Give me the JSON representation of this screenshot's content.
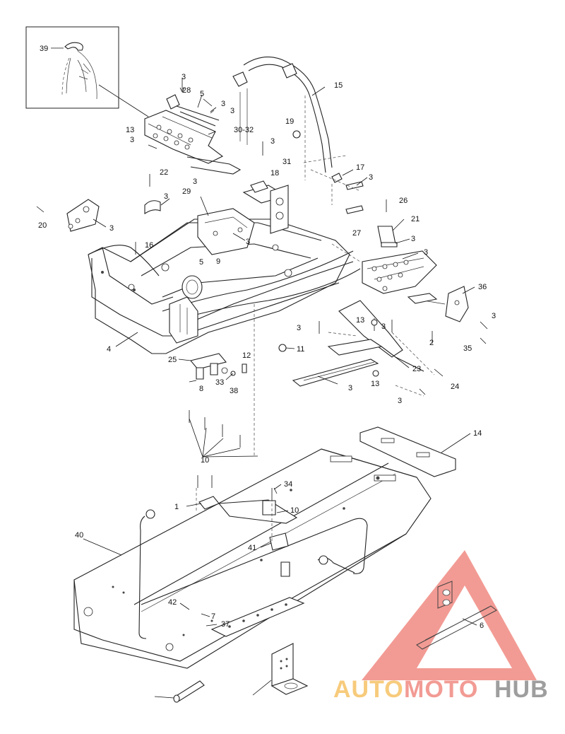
{
  "diagram": {
    "callouts": [
      {
        "id": "c39",
        "text": "39"
      },
      {
        "id": "c3a",
        "text": "3"
      },
      {
        "id": "c28",
        "text": "28"
      },
      {
        "id": "c5a",
        "text": "5"
      },
      {
        "id": "c3b",
        "text": "3"
      },
      {
        "id": "c3c",
        "text": "3"
      },
      {
        "id": "c13a",
        "text": "13"
      },
      {
        "id": "c3d",
        "text": "3"
      },
      {
        "id": "c15",
        "text": "15"
      },
      {
        "id": "c19",
        "text": "19"
      },
      {
        "id": "c3e",
        "text": "3"
      },
      {
        "id": "c30",
        "text": "30-32"
      },
      {
        "id": "c31",
        "text": "31"
      },
      {
        "id": "c18",
        "text": "18"
      },
      {
        "id": "c17",
        "text": "17"
      },
      {
        "id": "c3f",
        "text": "3"
      },
      {
        "id": "c22",
        "text": "22"
      },
      {
        "id": "c29",
        "text": "29"
      },
      {
        "id": "c3g",
        "text": "3"
      },
      {
        "id": "c3h",
        "text": "3"
      },
      {
        "id": "c26",
        "text": "26"
      },
      {
        "id": "c3i",
        "text": "3"
      },
      {
        "id": "c20",
        "text": "20"
      },
      {
        "id": "c16",
        "text": "16"
      },
      {
        "id": "c21",
        "text": "21"
      },
      {
        "id": "c27",
        "text": "27"
      },
      {
        "id": "c3j",
        "text": "3"
      },
      {
        "id": "c3k",
        "text": "3"
      },
      {
        "id": "c5b",
        "text": "5"
      },
      {
        "id": "c9",
        "text": "9"
      },
      {
        "id": "c3l",
        "text": "3"
      },
      {
        "id": "c36",
        "text": "36"
      },
      {
        "id": "c3m",
        "text": "3"
      },
      {
        "id": "c13b",
        "text": "13"
      },
      {
        "id": "c3n",
        "text": "3"
      },
      {
        "id": "c3o",
        "text": "3"
      },
      {
        "id": "c2",
        "text": "2"
      },
      {
        "id": "c35",
        "text": "35"
      },
      {
        "id": "c4",
        "text": "4"
      },
      {
        "id": "c11",
        "text": "11"
      },
      {
        "id": "c23",
        "text": "23"
      },
      {
        "id": "c12",
        "text": "12"
      },
      {
        "id": "c25",
        "text": "25"
      },
      {
        "id": "c24",
        "text": "24"
      },
      {
        "id": "c33",
        "text": "33"
      },
      {
        "id": "c38",
        "text": "38"
      },
      {
        "id": "c3p",
        "text": "3"
      },
      {
        "id": "c13c",
        "text": "13"
      },
      {
        "id": "c8",
        "text": "8"
      },
      {
        "id": "c3q",
        "text": "3"
      },
      {
        "id": "c14",
        "text": "14"
      },
      {
        "id": "c10a",
        "text": "10"
      },
      {
        "id": "c34",
        "text": "34"
      },
      {
        "id": "c1",
        "text": "1"
      },
      {
        "id": "c10b",
        "text": "10"
      },
      {
        "id": "c40",
        "text": "40"
      },
      {
        "id": "c41",
        "text": "41"
      },
      {
        "id": "c42",
        "text": "42"
      },
      {
        "id": "c7",
        "text": "7"
      },
      {
        "id": "c37",
        "text": "37"
      },
      {
        "id": "c6",
        "text": "6"
      }
    ]
  },
  "watermark": {
    "text_auto": "AUTO",
    "text_moto": "MOTO",
    "text_hub": "HUB",
    "color_primary": "#f08a82",
    "color_secondary": "#f6c266",
    "color_dark": "#8e8e8e"
  }
}
